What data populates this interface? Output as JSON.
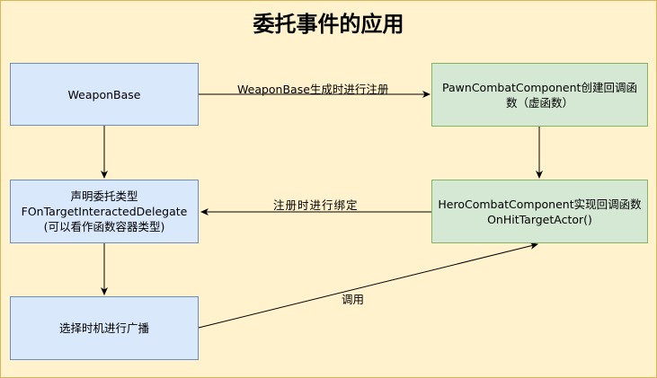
{
  "diagram": {
    "title": "委托事件的应用",
    "nodes": {
      "weapon_base": "WeaponBase",
      "pawn_combat": "PawnCombatComponent创建回调函\n数（虚函数）",
      "declare_delegate": "声明委托类型\nFOnTargetInteractedDelegate\n(可以看作函数容器类型)",
      "hero_combat": "HeroCombatComponent实现回调函数\nOnHitTargetActor()",
      "broadcast": "选择时机进行广播"
    },
    "edge_labels": {
      "register_on_create": "WeaponBase生成时进行注册",
      "bind_on_register": "注册时进行绑定",
      "invoke": "调用"
    },
    "colors": {
      "background": "#fff2cc",
      "blue_fill": "#dae8fc",
      "blue_stroke": "#6c8ebf",
      "green_fill": "#d5e8d4",
      "green_stroke": "#82b366",
      "edge": "#000000"
    }
  }
}
